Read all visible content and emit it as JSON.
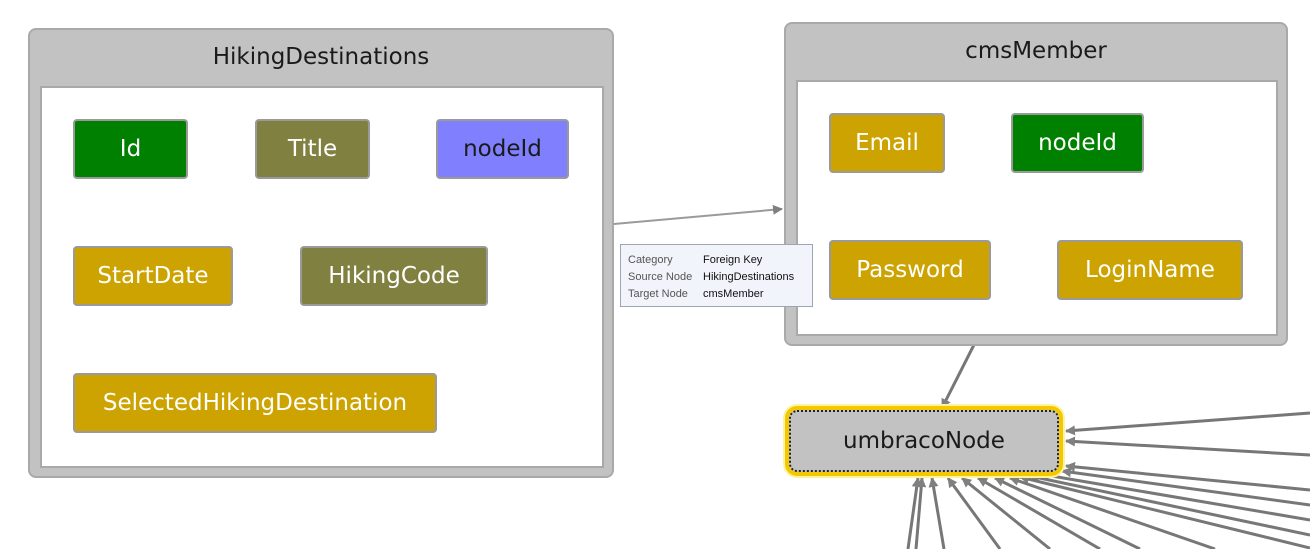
{
  "groups": {
    "hiking": {
      "title": "HikingDestinations",
      "nodes": {
        "id": "Id",
        "title": "Title",
        "nodeid": "nodeId",
        "startdate": "StartDate",
        "hikingcode": "HikingCode",
        "selected": "SelectedHikingDestination"
      }
    },
    "cmsmember": {
      "title": "cmsMember",
      "nodes": {
        "email": "Email",
        "nodeid": "nodeId",
        "password": "Password",
        "loginname": "LoginName"
      }
    }
  },
  "hub": {
    "label": "umbracoNode"
  },
  "tooltip": {
    "rows": [
      {
        "key": "Category",
        "value": "Foreign Key"
      },
      {
        "key": "Source Node",
        "value": "HikingDestinations"
      },
      {
        "key": "Target Node",
        "value": "cmsMember"
      }
    ]
  },
  "colors": {
    "primary_key": "#008000",
    "olive": "#808040",
    "foreign_key": "#8080ff",
    "field": "#cca300",
    "edge": "#808080"
  }
}
